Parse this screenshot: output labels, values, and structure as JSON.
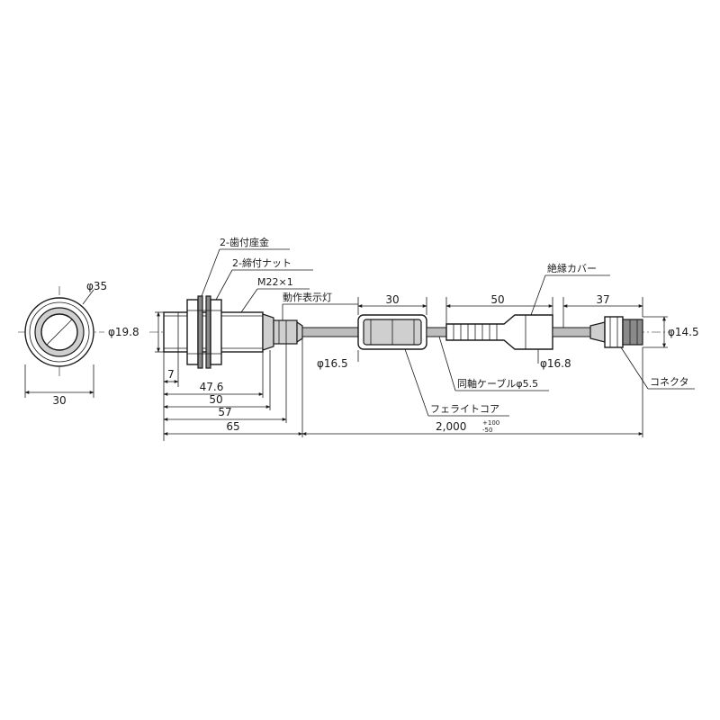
{
  "labels": {
    "toothed_washer": "2-歯付座金",
    "clamp_nut": "2-締付ナット",
    "thread": "M22×1",
    "indicator": "動作表示灯",
    "insulation_cover": "絶縁カバー",
    "coax_cable": "同軸ケーブルφ5.5",
    "ferrite_core": "フェライトコア",
    "connector": "コネクタ"
  },
  "dimensions": {
    "front_dia": "φ35",
    "front_width": "30",
    "body_dia": "φ19.8",
    "d7": "7",
    "d47_6": "47.6",
    "d50": "50",
    "d57": "57",
    "d65": "65",
    "ferrite_len": "30",
    "ferrite_dia": "φ16.5",
    "cover_len": "50",
    "cover_dia": "φ16.8",
    "conn_len": "37",
    "conn_dia": "φ14.5",
    "cable_len": "2,000",
    "tol_plus": "+100",
    "tol_minus": "-50"
  }
}
